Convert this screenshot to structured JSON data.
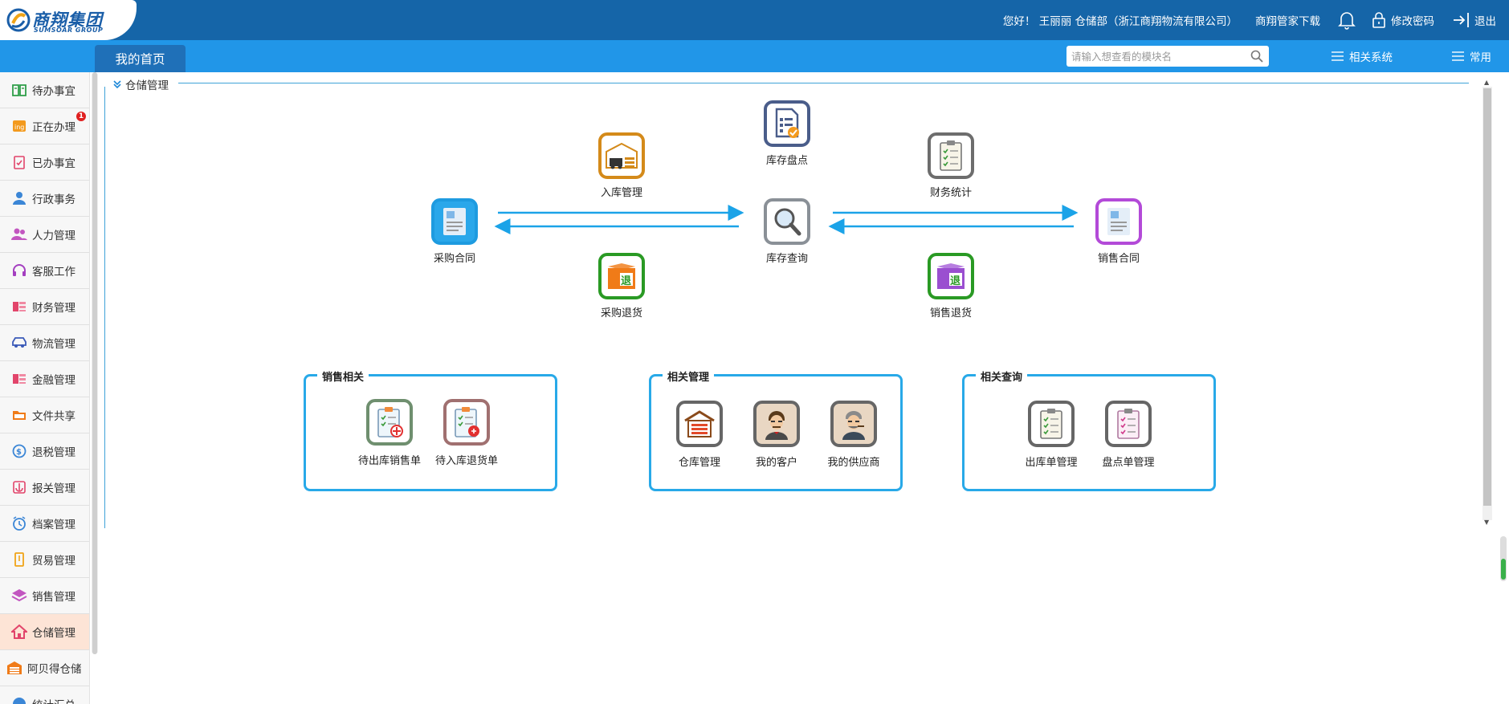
{
  "header": {
    "logo_cn": "商翔集团",
    "logo_en": "SUMSOAR GROUP",
    "greeting": "您好！ 王丽丽 仓储部（浙江商翔物流有限公司）",
    "download": "商翔管家下载",
    "change_password": "修改密码",
    "logout": "退出"
  },
  "tabs": {
    "home": "我的首页"
  },
  "search": {
    "placeholder": "请输入想查看的模块名"
  },
  "toolbar": {
    "related_systems": "相关系统",
    "common": "常用"
  },
  "sidebar": {
    "items": [
      {
        "label": "待办事宜",
        "icon": "book-icon",
        "color": "#2e9e48"
      },
      {
        "label": "正在办理",
        "icon": "ing-icon",
        "color": "#f39a1e",
        "badge": "1"
      },
      {
        "label": "已办事宜",
        "icon": "clipboard-icon",
        "color": "#e2456b"
      },
      {
        "label": "行政事务",
        "icon": "person-icon",
        "color": "#3b86d6"
      },
      {
        "label": "人力管理",
        "icon": "people-icon",
        "color": "#c256c0"
      },
      {
        "label": "客服工作",
        "icon": "headset-icon",
        "color": "#a43fc0"
      },
      {
        "label": "财务管理",
        "icon": "finance-icon",
        "color": "#e2456b"
      },
      {
        "label": "物流管理",
        "icon": "car-icon",
        "color": "#3b5ab8"
      },
      {
        "label": "金融管理",
        "icon": "money-icon",
        "color": "#e2456b"
      },
      {
        "label": "文件共享",
        "icon": "folder-icon",
        "color": "#f07b18"
      },
      {
        "label": "退税管理",
        "icon": "tax-icon",
        "color": "#3b86d6"
      },
      {
        "label": "报关管理",
        "icon": "customs-icon",
        "color": "#e2456b"
      },
      {
        "label": "档案管理",
        "icon": "clock-icon",
        "color": "#3b86d6"
      },
      {
        "label": "贸易管理",
        "icon": "trade-icon",
        "color": "#f0a418"
      },
      {
        "label": "销售管理",
        "icon": "layers-icon",
        "color": "#c256c0"
      },
      {
        "label": "仓储管理",
        "icon": "house-icon",
        "color": "#e2456b"
      },
      {
        "label": "阿贝得仓储",
        "icon": "warehouse-icon",
        "color": "#f07b18"
      },
      {
        "label": "统计汇总",
        "icon": "pie-icon",
        "color": "#3b86d6"
      }
    ],
    "active": "仓储管理"
  },
  "section": {
    "title": "仓储管理"
  },
  "flow": {
    "purchase_contract": "采购合同",
    "inbound": "入库管理",
    "purchase_return": "采购退货",
    "stock_check": "库存盘点",
    "stock_query": "库存查询",
    "finance_stats": "财务统计",
    "sales_return": "销售退货",
    "sales_contract": "销售合同",
    "return_char": "退"
  },
  "groups": {
    "sales": {
      "title": "销售相关",
      "items": [
        "待出库销售单",
        "待入库退货单"
      ]
    },
    "manage": {
      "title": "相关管理",
      "items": [
        "仓库管理",
        "我的客户",
        "我的供应商"
      ]
    },
    "query": {
      "title": "相关查询",
      "items": [
        "出库单管理",
        "盘点单管理"
      ]
    }
  },
  "colors": {
    "header_bg": "#1565a8",
    "tabbar_bg": "#2196e8",
    "arrow": "#1ba3e8",
    "group_border": "#28a9e8",
    "active_item_bg": "#fde4d6"
  }
}
